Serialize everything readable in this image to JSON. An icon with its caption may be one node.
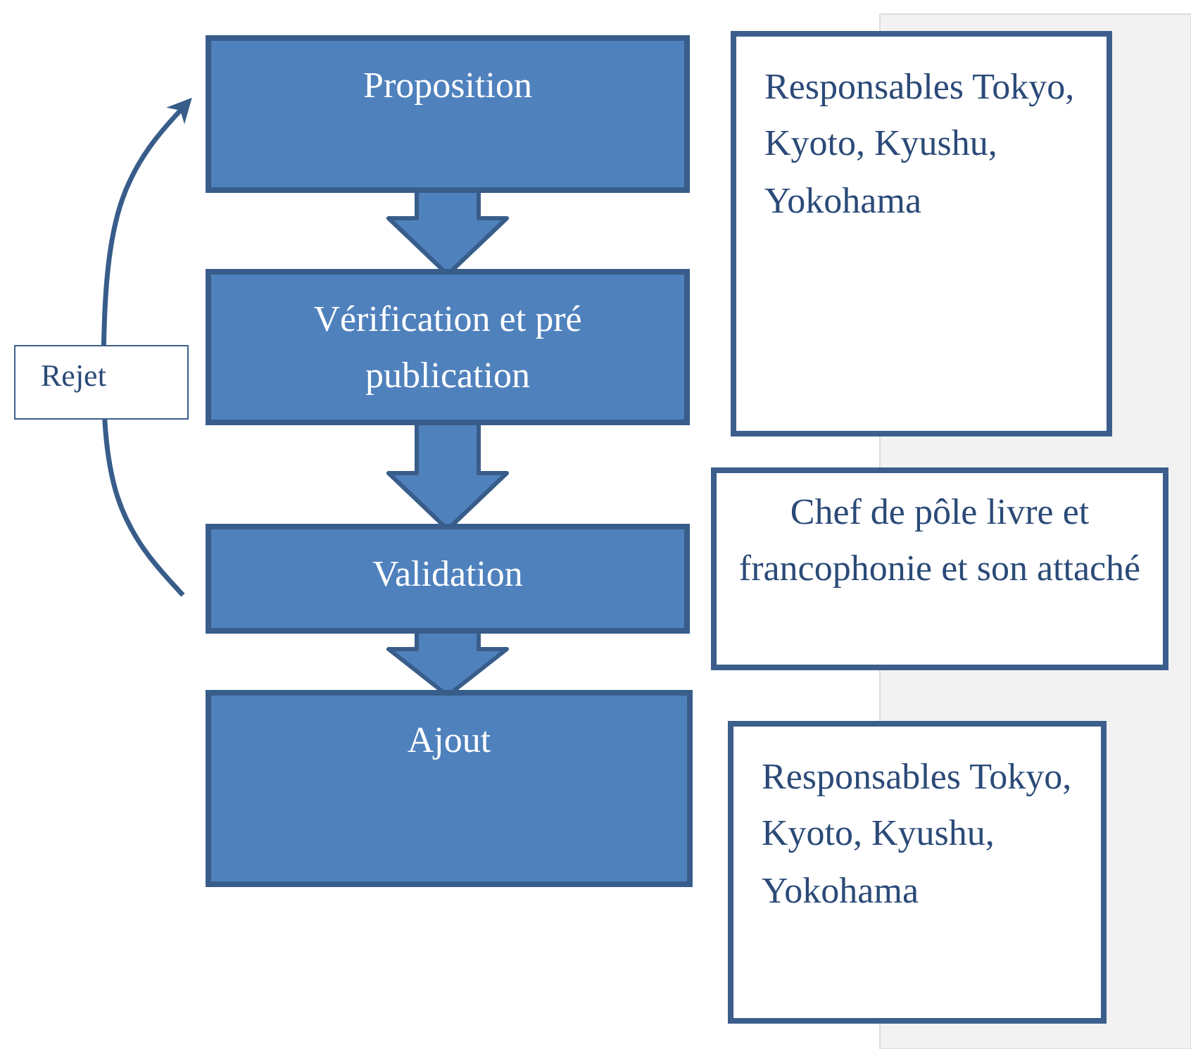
{
  "diagram": {
    "nodes": [
      {
        "text": [
          "Proposition"
        ]
      },
      {
        "text": [
          "Vérification et pré publication"
        ]
      },
      {
        "text": [
          "Validation"
        ]
      },
      {
        "text": [
          "Ajout"
        ]
      },
      {
        "text": [
          "Responsables Tokyo, Kyoto, Kyushu, Yokohama"
        ]
      },
      {
        "text": [
          "Chef de pôle livre et francophonie et son attaché"
        ]
      },
      {
        "text": [
          "Responsables Tokyo, Kyoto, Kyushu, Yokohama"
        ]
      }
    ],
    "edges": [
      {
        "from": 0,
        "to": 1,
        "arrow": "to",
        "style": "thick"
      },
      {
        "from": 1,
        "to": 2,
        "arrow": "to",
        "style": "thick"
      },
      {
        "from": 2,
        "to": 3,
        "arrow": "to",
        "style": "thick"
      },
      {
        "from": 2,
        "to": 0,
        "arrow": "to",
        "label": "Rejet"
      }
    ]
  }
}
